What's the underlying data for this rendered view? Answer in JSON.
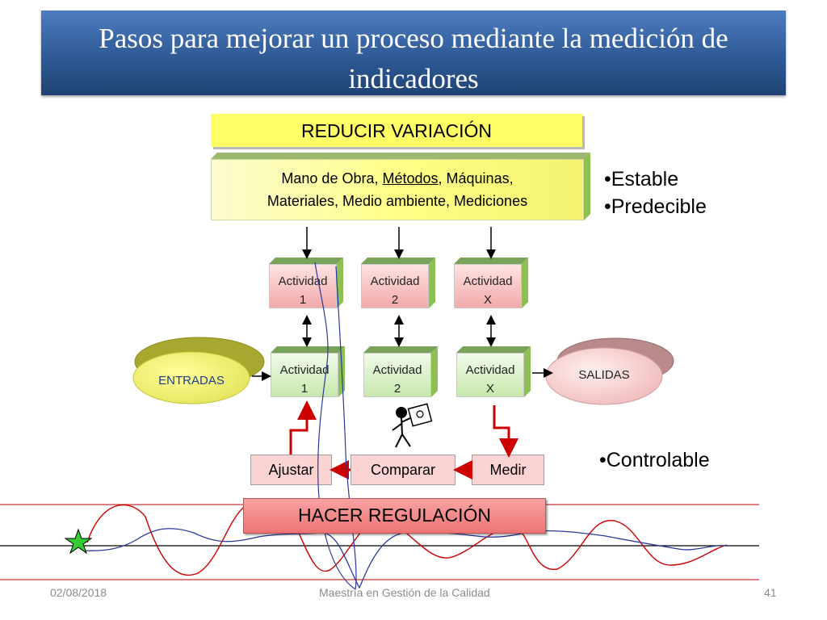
{
  "title": "Pasos para mejorar un proceso mediante la medición de indicadores",
  "top_box": "REDUCIR VARIACIÓN",
  "factors_pre": "Mano de Obra, ",
  "factors_underlined": "Métodos",
  "factors_post": ", Máquinas,",
  "factors_line2": "Materiales, Medio ambiente, Mediciones",
  "bullets_top": [
    "•Estable",
    "•Predecible"
  ],
  "bullet_bottom": "•Controlable",
  "activity_rows": [
    {
      "items": [
        {
          "line1": "Actividad",
          "line2": "1"
        },
        {
          "line1": "Actividad",
          "line2": "2"
        },
        {
          "line1": "Actividad",
          "line2": "X"
        }
      ]
    },
    {
      "items": [
        {
          "line1": "Actividad",
          "line2": "1"
        },
        {
          "line1": "Actividad",
          "line2": "2"
        },
        {
          "line1": "Actividad",
          "line2": "X"
        }
      ]
    }
  ],
  "inputs_label": "ENTRADAS",
  "outputs_label": "SALIDAS",
  "controls": {
    "ajustar": "Ajustar",
    "comparar": "Comparar",
    "medir": "Medir"
  },
  "bottom_box": "HACER REGULACIÓN",
  "footer": {
    "date": "02/08/2018",
    "center": "Maestría en Gestión de la Calidad",
    "page": "41"
  },
  "colors": {
    "title_bar": "#2f5a96",
    "yellow": "#ffff66",
    "pink": "#fbd3d3",
    "green": "#8dc050",
    "arrow_red": "#cc0000",
    "regulation": "#f08080"
  }
}
